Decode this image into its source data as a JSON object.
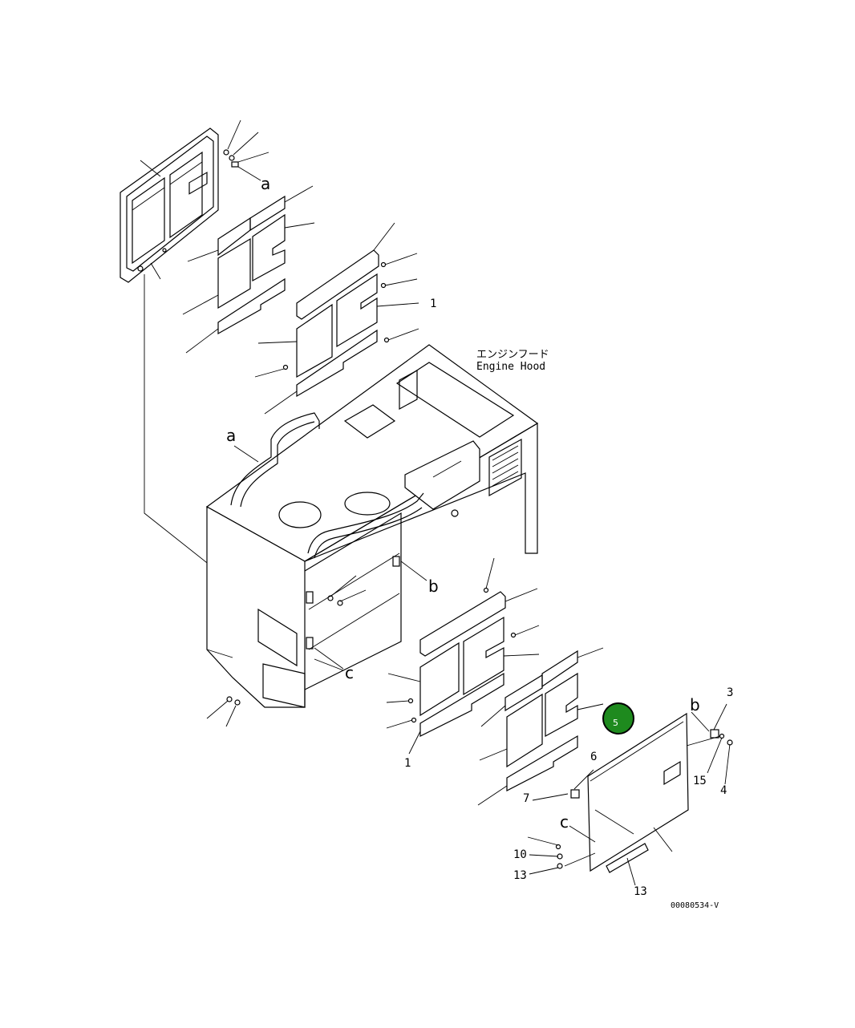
{
  "hood_label": {
    "japanese": "エンジンフード",
    "english": "Engine Hood"
  },
  "callout_letters": {
    "a": "a",
    "b": "b",
    "c": "c"
  },
  "part_numbers": {
    "n1_upper": "1",
    "n1_lower": "1",
    "n3": "3",
    "n4": "4",
    "n6": "6",
    "n7": "7",
    "n10": "10",
    "n13_a": "13",
    "n13_b": "13",
    "n15": "15"
  },
  "drawing_code": "00080534-V",
  "highlight_badge": {
    "label": "5",
    "color": "#1e8a1e"
  }
}
